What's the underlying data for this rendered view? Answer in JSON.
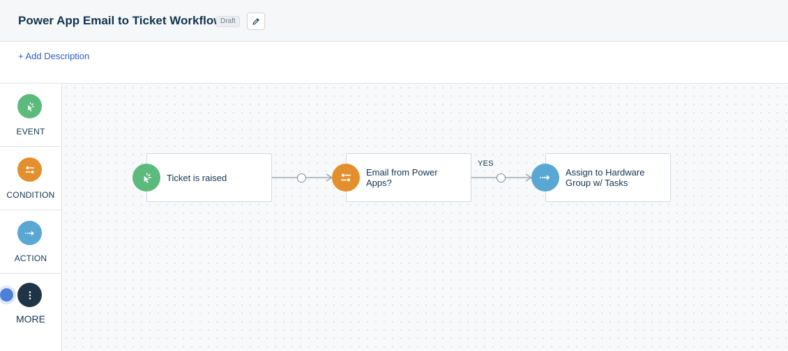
{
  "header": {
    "title": "Power App Email to Ticket Workflow",
    "status_badge": "Draft"
  },
  "description": {
    "add_label": "+ Add Description"
  },
  "palette": {
    "items": [
      {
        "label": "EVENT",
        "icon": "event-cursor-icon",
        "color": "#5dba7d"
      },
      {
        "label": "CONDITION",
        "icon": "condition-sliders-icon",
        "color": "#e38f2d"
      },
      {
        "label": "ACTION",
        "icon": "action-arrow-icon",
        "color": "#59a8d3"
      }
    ],
    "more_label": "MORE"
  },
  "workflow": {
    "nodes": [
      {
        "type": "event",
        "label": "Ticket is raised"
      },
      {
        "type": "condition",
        "label": "Email from Power Apps?"
      },
      {
        "type": "action",
        "label": "Assign to Hardware Group w/ Tasks"
      }
    ],
    "branch_label": "YES"
  },
  "colors": {
    "event": "#5dba7d",
    "condition": "#e38f2d",
    "action": "#59a8d3",
    "link": "#2c5cc5"
  }
}
